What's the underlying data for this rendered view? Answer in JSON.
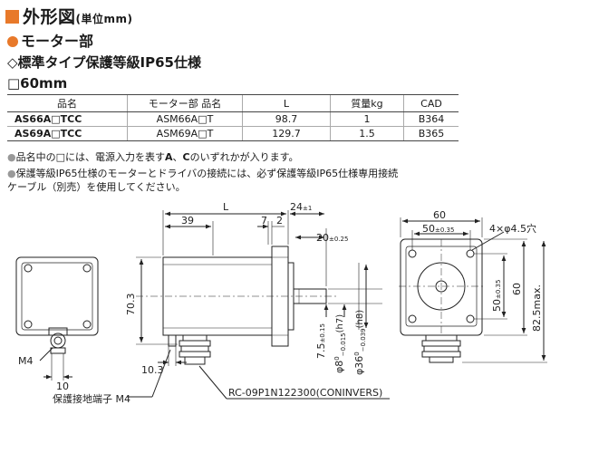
{
  "header": {
    "title": "外形図",
    "unit": "(単位mm)",
    "section": "モーター部",
    "subsection": "◇標準タイプ保護等級IP65仕様",
    "frame_size": "□60mm"
  },
  "table": {
    "headers": [
      "品名",
      "モーター部 品名",
      "L",
      "質量kg",
      "CAD"
    ],
    "rows": [
      [
        "AS66A□TCC",
        "ASM66A□T",
        "98.7",
        "1",
        "B364"
      ],
      [
        "AS69A□TCC",
        "ASM69A□T",
        "129.7",
        "1.5",
        "B365"
      ]
    ]
  },
  "notes": {
    "bullet": "●",
    "note1_a": "品名中の□には、電源入力を表す",
    "note1_b": "A",
    "note1_c": "、",
    "note1_d": "C",
    "note1_e": "のいずれかが入ります。",
    "note2_line1": "保護等級IP65仕様のモーターとドライバの接続には、必ず保護等級IP65仕様専用接続",
    "note2_line2": "ケーブル（別売）を使用してください。"
  },
  "dims": {
    "L": "L",
    "d39": "39",
    "d7": "7",
    "d2": "2",
    "d24": "24",
    "d24_tol": "±1",
    "d20": "20",
    "d20_tol": "±0.25",
    "d70_3": "70.3",
    "d10_3": "10.3",
    "d10": "10",
    "m4_left": "M4",
    "d7_5": "7.5",
    "d7_5_tol": "±0.15",
    "phi8": "φ8",
    "phi8_tol_upper": "0",
    "phi8_tol_lower": "−0.015",
    "phi8_fit": "(h7)",
    "phi36": "φ36",
    "phi36_tol_upper": "0",
    "phi36_tol_lower": "−0.039",
    "phi36_fit": "(h8)",
    "d60_top": "60",
    "d50_top": "50",
    "d50_top_tol": "±0.35",
    "holes": "4×φ4.5穴",
    "d50_side": "50",
    "d50_side_tol": "±0.35",
    "d60_side": "60",
    "d82_5": "82.5max.",
    "ground_label": "保護接地端子 M4",
    "connector_label": "RC-09P1N122300(CONINVERS)"
  },
  "colors": {
    "accent": "#e8792a",
    "line": "#222222"
  }
}
